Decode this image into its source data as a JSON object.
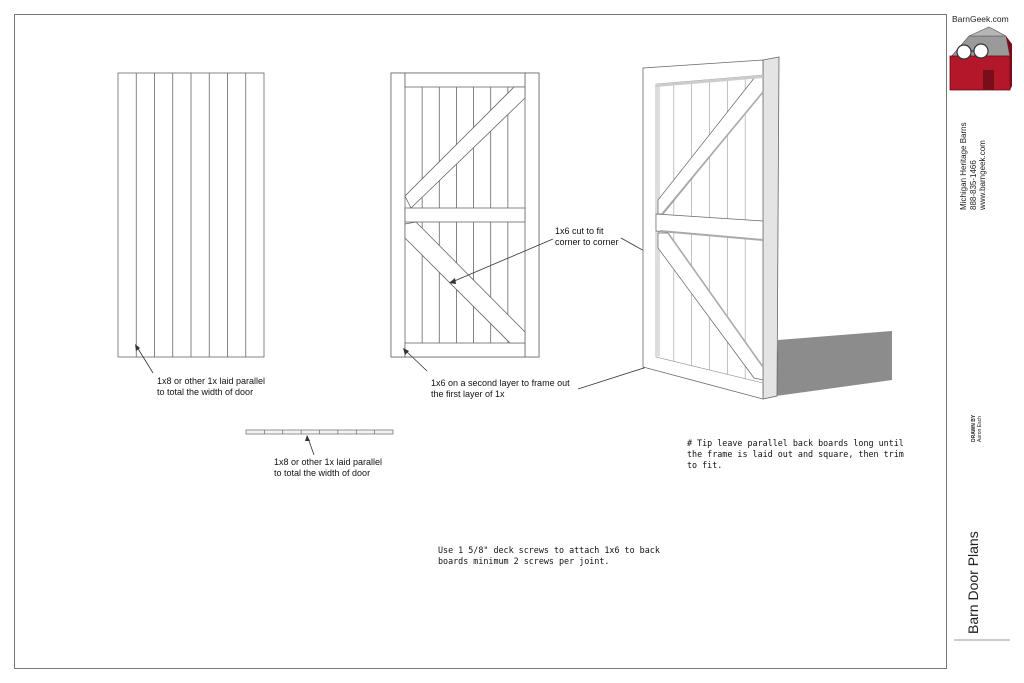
{
  "brand": {
    "url": "BarnGeek.com",
    "logo_icon": "barn-with-glasses-icon",
    "colors": {
      "barn_red": "#b3182a",
      "roof_gray": "#8a8a8a"
    }
  },
  "contact": {
    "name": "Michigan Heritage Barns",
    "phone": "888-835-1466",
    "website": "www.barngeek.com"
  },
  "drawn_by": {
    "label": "DRAWN BY",
    "name": "Aaron Esch"
  },
  "sheet_title": "Barn Door Plans",
  "annotations": {
    "back_boards_elevation": "1x8 or other 1x laid parallel\nto total the width of door",
    "back_boards_section": "1x8 or other 1x laid parallel\nto total the width of door",
    "diagonal_brace": "1x6 cut to fit\ncorner to corner",
    "frame_layer": "1x6 on a second layer to frame out\nthe first layer of 1x",
    "tip": "# Tip leave parallel back boards long until\nthe frame is laid out and square, then trim\nto fit.",
    "screws": "Use 1 5/8\" deck screws to attach 1x6 to back\nboards minimum 2 screws per joint."
  },
  "colors": {
    "line": "#555555",
    "shadow": "#8c8c8c",
    "door_side": "#e4e4e4"
  }
}
